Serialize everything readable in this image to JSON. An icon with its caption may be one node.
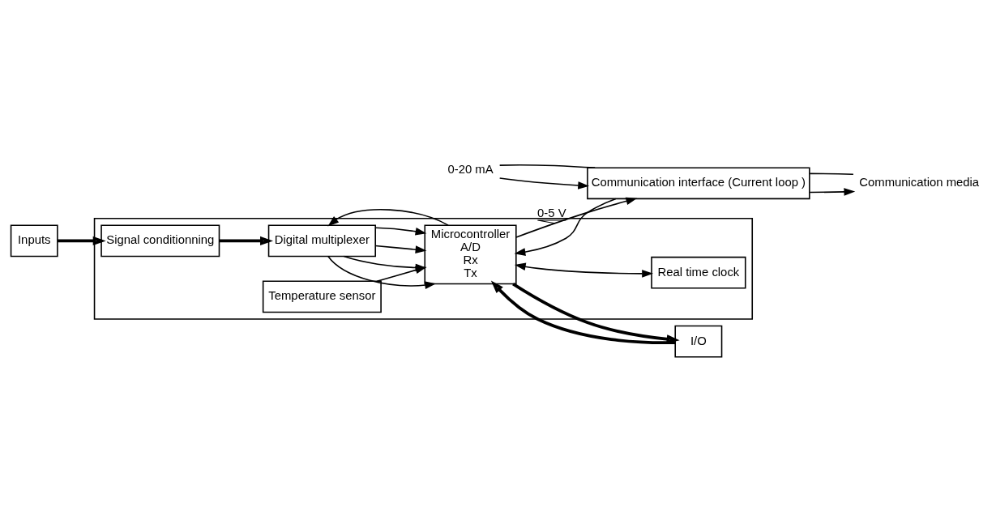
{
  "diagram": {
    "nodes": [
      {
        "text": [],
        "shape": "box"
      },
      {
        "text": [
          "Inputs"
        ]
      },
      {
        "text": [
          "Signal conditionning"
        ],
        "in": 0
      },
      {
        "text": [
          "Digital multiplexer"
        ],
        "in": 0
      },
      {
        "text": [
          "Microcontroller",
          "A/D",
          "Rx",
          "Tx"
        ],
        "in": 0
      },
      {
        "text": [
          "I/O"
        ]
      },
      {
        "text": [
          "Temperature sensor"
        ],
        "in": 0
      },
      {
        "text": [
          "Real time clock"
        ],
        "in": 0
      },
      {
        "text": [
          "Communication interface (Current loop )"
        ]
      },
      {
        "text": [
          "0-20 mA"
        ]
      },
      {
        "text": [
          "Communication media"
        ]
      }
    ],
    "edges": [
      {
        "from": 1,
        "to": 2,
        "arrow": "to",
        "style": "thick"
      },
      {
        "from": 2,
        "to": 3,
        "arrow": "to",
        "style": "thick"
      },
      {
        "from": 3,
        "to": 4,
        "arrow": "to"
      },
      {
        "from": 3,
        "to": 4,
        "arrow": "to"
      },
      {
        "from": 3,
        "to": 4,
        "arrow": "to"
      },
      {
        "from": 3,
        "to": 4,
        "arrow": "to"
      },
      {
        "from": 4,
        "to": 5,
        "arrow": "to",
        "style": "thick"
      },
      {
        "from": 5,
        "to": 4,
        "arrow": "to",
        "style": "thick"
      },
      {
        "from": 4,
        "to": 3,
        "arrow": "to"
      },
      {
        "from": 6,
        "to": 4,
        "arrow": "to"
      },
      {
        "from": 4,
        "to": 7,
        "arrow": "both"
      },
      {
        "from": 8,
        "to": 4,
        "arrow": "to"
      },
      {
        "from": 4,
        "to": 8,
        "arrow": "to",
        "label": "0-5 V"
      },
      {
        "from": 9,
        "to": 8,
        "arrow": "to"
      },
      {
        "from": 9,
        "to": 8,
        "arrow": "none"
      },
      {
        "from": 8,
        "to": 10,
        "arrow": "to"
      },
      {
        "from": 8,
        "to": 10,
        "arrow": "none"
      }
    ]
  }
}
